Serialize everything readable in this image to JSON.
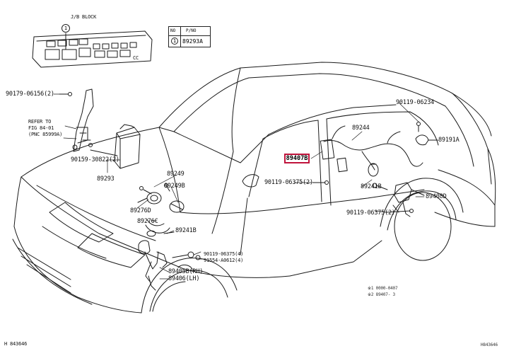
{
  "block_title": "J/B BLOCK",
  "block_callout": "1",
  "block_side_mark": "CC",
  "inset_table": {
    "col_no": "NO",
    "col_pno": "P/NO",
    "row_no": "1",
    "row_pno": "89293A"
  },
  "labels": {
    "p90179": "90179-06156(2)",
    "refer_1": "REFER TO",
    "refer_2": "FIG 84-01",
    "refer_3": "(PNC 85999A)",
    "p90159": "90159-30822(2)",
    "p89293": "89293",
    "p89249": "89249",
    "p89249B": "89249B",
    "p89276D": "89276D",
    "p89276C": "89276C",
    "p89241B_front": "89241B",
    "p90119_637": "90119-06375(4)",
    "p91554": "91554-A0612(4)",
    "p89405B": "89405B(RH)",
    "p89406": "89406(LH)",
    "p90119_6234": "90119-06234",
    "p89244": "89244",
    "p89191A": "89191A",
    "p89407B": "89407B",
    "p90119_637b": "90119-06375(2)",
    "p89241B_rear": "89241B",
    "p89408D": "89408D",
    "p90119_637c": "90119-06375(2)",
    "note_1": "※1 0000-0407",
    "note_2": "※2 89407-   3",
    "footer_left": "H 843646",
    "footer_right": "H843646"
  }
}
